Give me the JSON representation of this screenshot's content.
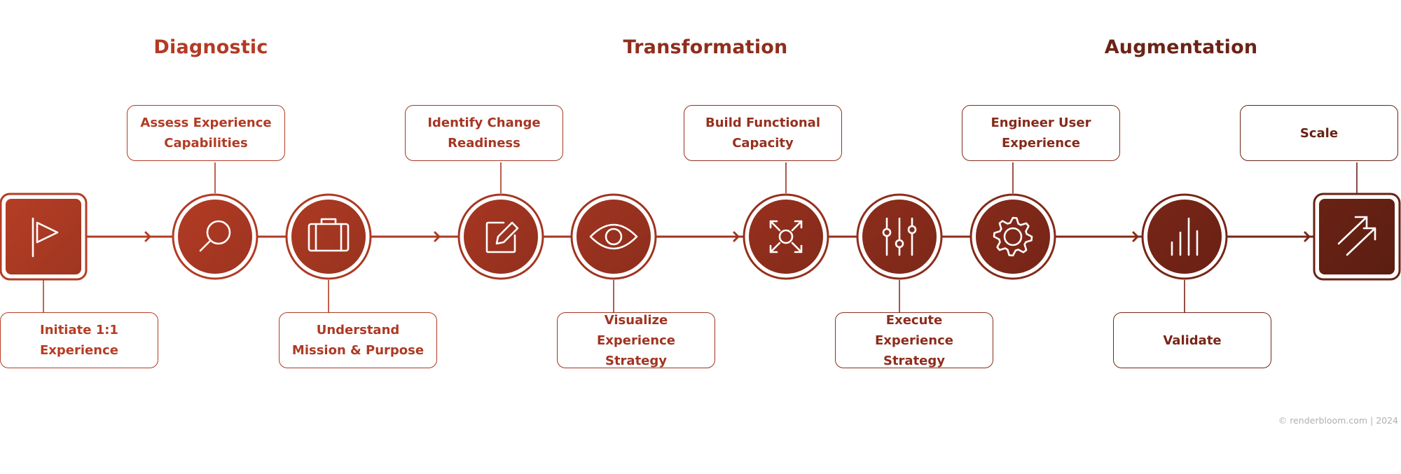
{
  "phases": [
    {
      "label": "Diagnostic",
      "color": "#b33a24"
    },
    {
      "label": "Transformation",
      "color": "#8f2e1d"
    },
    {
      "label": "Augmentation",
      "color": "#6b2316"
    }
  ],
  "steps": [
    {
      "label": "Initiate 1:1\nExperience",
      "icon": "flag-icon",
      "color": "#b53d25"
    },
    {
      "label": "Assess Experience\nCapabilities",
      "icon": "search-icon",
      "color": "#b23b24"
    },
    {
      "label": "Understand\nMission & Purpose",
      "icon": "briefcase-icon",
      "color": "#ad3a23"
    },
    {
      "label": "Identify Change\nReadiness",
      "icon": "edit-icon",
      "color": "#a63622"
    },
    {
      "label": "Visualize\nExperience Strategy",
      "icon": "eye-icon",
      "color": "#a03421"
    },
    {
      "label": "Build Functional\nCapacity",
      "icon": "scan-icon",
      "color": "#96301e"
    },
    {
      "label": "Execute\nExperience Strategy",
      "icon": "sliders-icon",
      "color": "#8d2d1c"
    },
    {
      "label": "Engineer User\nExperience",
      "icon": "gear-icon",
      "color": "#852a1a"
    },
    {
      "label": "Validate",
      "icon": "bar-chart-icon",
      "color": "#782617"
    },
    {
      "label": "Scale",
      "icon": "growth-arrows-icon",
      "color": "#692214"
    }
  ],
  "footer": "© renderbloom.com | 2024"
}
